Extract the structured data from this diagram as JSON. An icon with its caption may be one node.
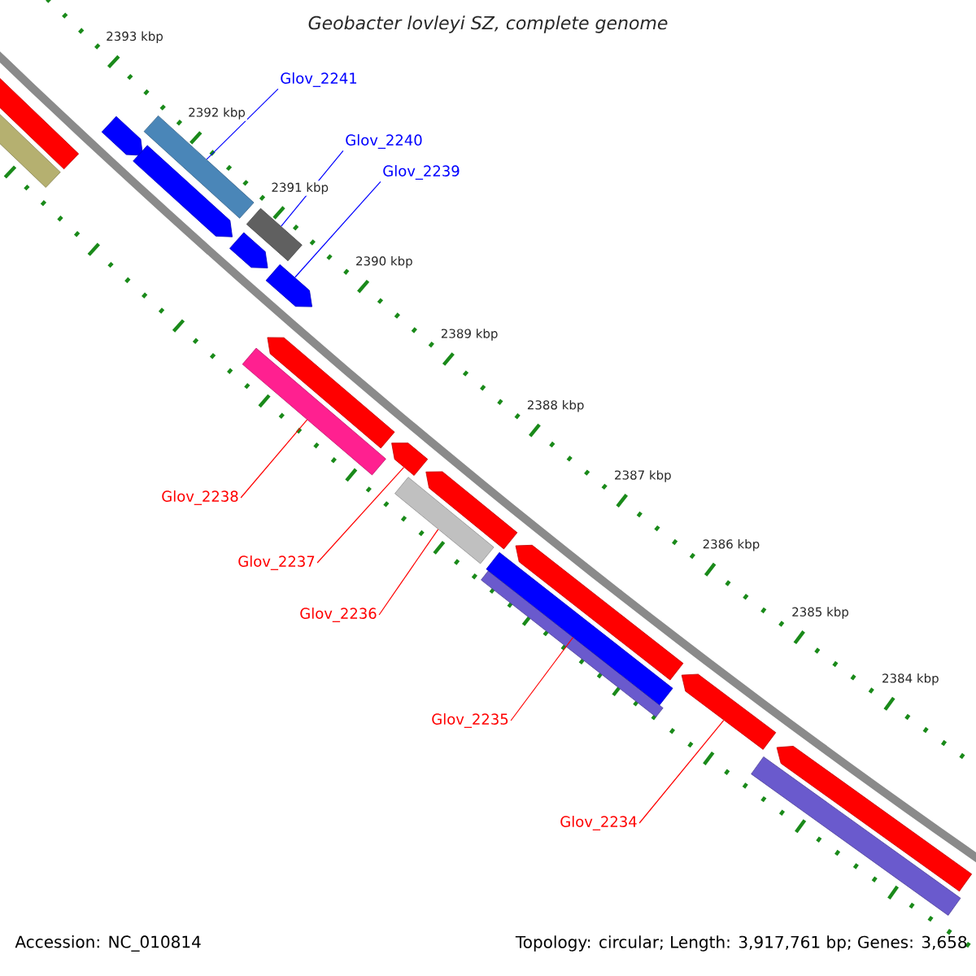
{
  "diagram": {
    "title": "Geobacter lovleyi SZ, complete genome",
    "nodes": [
      {
        "text": [
          "Glov_2241"
        ]
      },
      {
        "text": [
          "Glov_2240"
        ]
      },
      {
        "text": [
          "Glov_2239"
        ]
      },
      {
        "text": [
          "Glov_2238"
        ]
      },
      {
        "text": [
          "Glov_2237"
        ]
      },
      {
        "text": [
          "Glov_2236"
        ]
      },
      {
        "text": [
          "Glov_2235"
        ]
      },
      {
        "text": [
          "Glov_2234"
        ]
      },
      {
        "text": [],
        "shape": "bar"
      },
      {
        "text": [],
        "shape": "bar"
      },
      {
        "text": [],
        "shape": "pentagon"
      },
      {
        "text": [],
        "shape": "pentagon"
      },
      {
        "text": [],
        "shape": "bar"
      },
      {
        "text": [],
        "shape": "pentagon"
      },
      {
        "text": [],
        "shape": "bar"
      },
      {
        "text": [],
        "shape": "bar"
      },
      {
        "text": [],
        "shape": "pentagon"
      },
      {
        "text": [],
        "shape": "pentagon"
      },
      {
        "text": [],
        "shape": "pentagon"
      },
      {
        "text": [],
        "shape": "bar"
      },
      {
        "text": [],
        "shape": "pentagon"
      },
      {
        "text": [],
        "shape": "bar"
      },
      {
        "text": [],
        "shape": "bar"
      },
      {
        "text": [],
        "shape": "pentagon"
      },
      {
        "text": [],
        "shape": "pentagon"
      },
      {
        "text": [],
        "shape": "bar"
      },
      {
        "text": [],
        "shape": "pentagon"
      }
    ],
    "edges": [
      {
        "from": 0,
        "to": 12,
        "arrow": "none",
        "color": "#0000ff"
      },
      {
        "from": 1,
        "to": 14,
        "arrow": "none",
        "color": "#0000ff"
      },
      {
        "from": 2,
        "to": 16,
        "arrow": "none",
        "color": "#0000ff"
      },
      {
        "from": 3,
        "to": 15,
        "arrow": "none"
      },
      {
        "from": 4,
        "to": 18,
        "arrow": "none"
      },
      {
        "from": 5,
        "to": 19,
        "arrow": "none"
      },
      {
        "from": 6,
        "to": 22,
        "arrow": "none"
      },
      {
        "from": 7,
        "to": 24,
        "arrow": "none"
      }
    ],
    "labels": [
      "2393 kbp",
      "2392 kbp",
      "2391 kbp",
      "2390 kbp",
      "2389 kbp",
      "2388 kbp",
      "2387 kbp",
      "2386 kbp",
      "2385 kbp",
      "2384 kbp",
      "Accession: NC_010814",
      "Topology: circular; Length: 3,917,761 bp; Genes: 3,658"
    ]
  }
}
